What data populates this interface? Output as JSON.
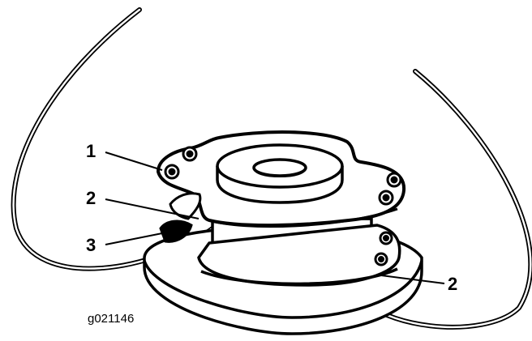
{
  "figure": {
    "callouts": [
      {
        "label": "1"
      },
      {
        "label": "2"
      },
      {
        "label": "3"
      },
      {
        "label": "2"
      }
    ],
    "figure_id": "g021146"
  }
}
